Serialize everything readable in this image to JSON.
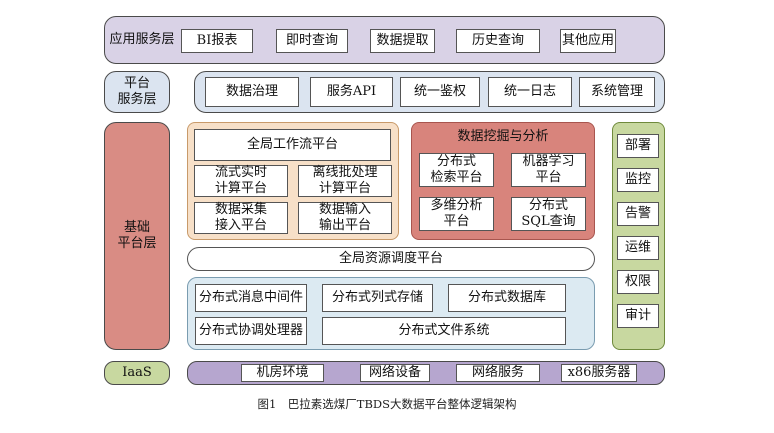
{
  "app_layer": {
    "label": "应用服务层",
    "items": [
      "BI报表",
      "即时查询",
      "数据提取",
      "历史查询",
      "其他应用"
    ]
  },
  "platform_layer": {
    "label": "平台\n服务层",
    "items": [
      "数据治理",
      "服务API",
      "统一鉴权",
      "统一日志",
      "系统管理"
    ]
  },
  "base_layer": {
    "label": "基础\n平台层",
    "workflow": {
      "title": "全局工作流平台",
      "items": [
        "流式实时\n计算平台",
        "离线批处理\n计算平台",
        "数据采集\n接入平台",
        "数据输入\n输出平台"
      ]
    },
    "mining": {
      "title": "数据挖掘与分析",
      "items": [
        "分布式\n检索平台",
        "机器学习\n平台",
        "多维分析\n平台",
        "分布式\nSQL查询"
      ]
    },
    "ops": [
      "部署",
      "监控",
      "告警",
      "运维",
      "权限",
      "审计"
    ],
    "scheduler": "全局资源调度平台",
    "storage": {
      "mq": "分布式消息中间件",
      "column_store": "分布式列式存储",
      "database": "分布式数据库",
      "coordination": "分布式协调处理器",
      "filesystem": "分布式文件系统"
    }
  },
  "iaas_layer": {
    "label": "IaaS",
    "items": [
      "机房环境",
      "网络设备",
      "网络服务",
      "x86服务器"
    ]
  },
  "caption": "图1　巴拉素选煤厂TBDS大数据平台整体逻辑架构",
  "colors": {
    "purple_band": "#d9d2e6",
    "blue_band": "#dbe4f0",
    "red_band": "#d98c84",
    "orange_panel": "#f7e0c8",
    "mining_panel": "#d8847c",
    "green_band": "#c8d8a0",
    "iaas_band": "#b6a6cf",
    "storage_panel": "#dceaf2"
  }
}
